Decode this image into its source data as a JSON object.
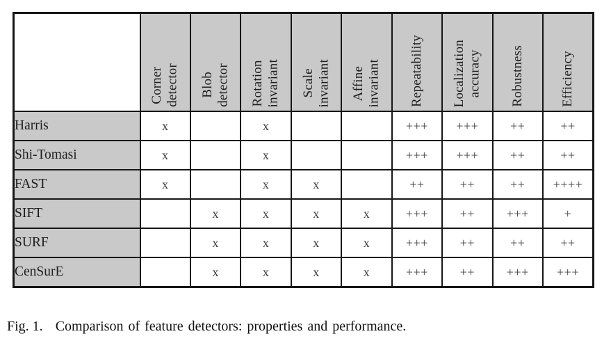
{
  "table": {
    "header_fill": "#c9c9c9",
    "row_label_fill": "#c9c9c9",
    "border_color": "#161616",
    "columns": [
      {
        "id": "corner-detector",
        "label": "Corner\ndetector"
      },
      {
        "id": "blob-detector",
        "label": "Blob\ndetector"
      },
      {
        "id": "rotation-invariant",
        "label": "Rotation\ninvariant"
      },
      {
        "id": "scale-invariant",
        "label": "Scale\ninvariant"
      },
      {
        "id": "affine-invariant",
        "label": "Affine\ninvariant"
      },
      {
        "id": "repeatability",
        "label": "Repeatability"
      },
      {
        "id": "localization-accuracy",
        "label": "Localization\naccuracy"
      },
      {
        "id": "robustness",
        "label": "Robustness"
      },
      {
        "id": "efficiency",
        "label": "Efficiency"
      }
    ],
    "rows": [
      {
        "label": "Harris",
        "cells": [
          "x",
          "",
          "x",
          "",
          "",
          "+++",
          "+++",
          "++",
          "++"
        ]
      },
      {
        "label": "Shi-Tomasi",
        "cells": [
          "x",
          "",
          "x",
          "",
          "",
          "+++",
          "+++",
          "++",
          "++"
        ]
      },
      {
        "label": "FAST",
        "cells": [
          "x",
          "",
          "x",
          "x",
          "",
          "++",
          "++",
          "++",
          "++++"
        ]
      },
      {
        "label": "SIFT",
        "cells": [
          "",
          "x",
          "x",
          "x",
          "x",
          "+++",
          "++",
          "+++",
          "+"
        ]
      },
      {
        "label": "SURF",
        "cells": [
          "",
          "x",
          "x",
          "x",
          "x",
          "+++",
          "++",
          "++",
          "++"
        ]
      },
      {
        "label": "CenSurE",
        "cells": [
          "",
          "x",
          "x",
          "x",
          "x",
          "+++",
          "++",
          "+++",
          "+++"
        ]
      }
    ]
  },
  "caption": {
    "label": "Fig. 1.",
    "text": "Comparison of feature detectors: properties and performance."
  }
}
